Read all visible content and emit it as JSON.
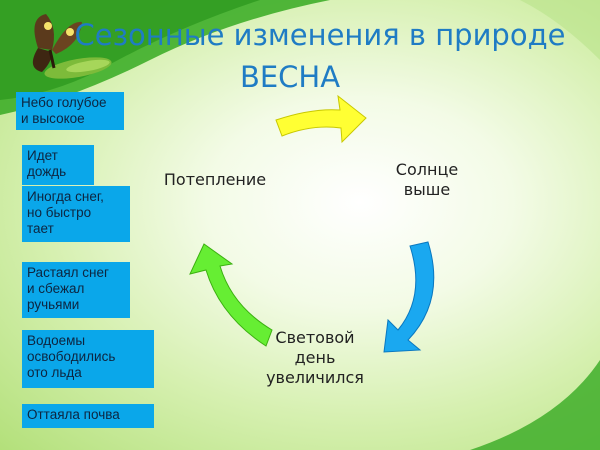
{
  "title": {
    "line1": "Сезонные  изменения в природе",
    "line2": "ВЕСНА"
  },
  "cycle": {
    "top_right": {
      "line1": "Солнце",
      "line2": "выше"
    },
    "bottom": {
      "line1": "Световой",
      "line2": "день",
      "line3": "увеличился"
    },
    "left": "Потепление"
  },
  "signs": [
    {
      "line1": "Небо голубое",
      "line2": "и высокое"
    },
    {
      "line1": "Идет",
      "line2": "дождь"
    },
    {
      "line1": "Иногда снег,",
      "line2": "но быстро",
      "line3": "тает"
    },
    {
      "line1": "Растаял снег",
      "line2": "и сбежал",
      "line3": "ручьями"
    },
    {
      "line1": "Водоемы",
      "line2": "освободились",
      "line3": "ото льда"
    },
    {
      "line1": "Оттаяла почва"
    }
  ],
  "colors": {
    "title": "#1f7cc4",
    "box": "#0aa7ea",
    "arrow_yellow": "#ffff33",
    "arrow_blue": "#1aa8f0",
    "arrow_green": "#66ee33"
  },
  "icons": [
    "butterfly-icon"
  ]
}
